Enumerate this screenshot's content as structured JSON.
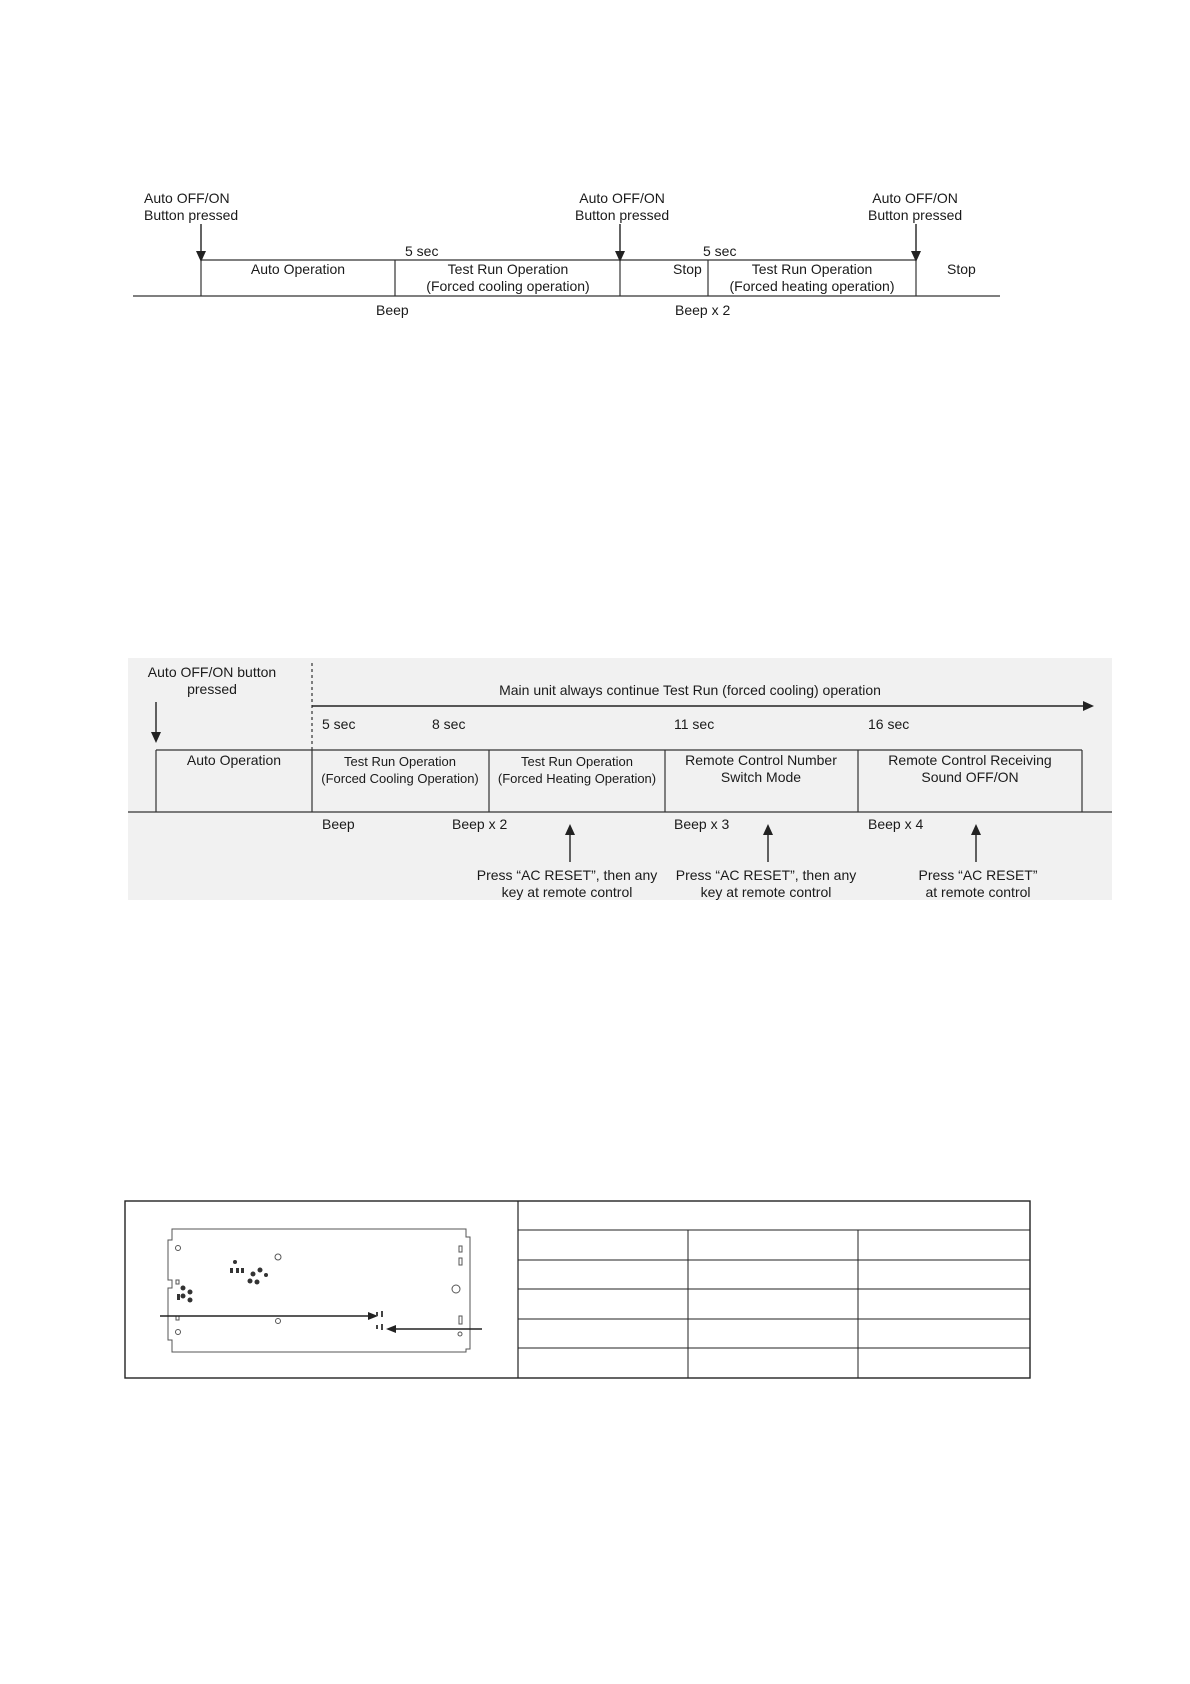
{
  "diagram1": {
    "press_labels": [
      "Auto OFF/ON\nButton pressed",
      "Auto OFF/ON\nButton pressed",
      "Auto OFF/ON\nButton pressed"
    ],
    "timings": [
      "5 sec",
      "5 sec"
    ],
    "segments": [
      "Auto Operation",
      "Test Run Operation\n(Forced cooling operation)",
      "Stop",
      "Test Run Operation\n(Forced heating operation)",
      "Stop"
    ],
    "beeps": [
      "Beep",
      "Beep x 2"
    ]
  },
  "diagram2": {
    "press_label": "Auto OFF/ON button\npressed",
    "banner": "Main unit always continue Test Run (forced cooling) operation",
    "timings": [
      "5 sec",
      "8 sec",
      "11 sec",
      "16 sec"
    ],
    "segments": [
      "Auto Operation",
      "Test Run Operation\n(Forced Cooling Operation)",
      "Test Run Operation\n(Forced Heating Operation)",
      "Remote Control Number\nSwitch Mode",
      "Remote Control Receiving\nSound OFF/ON"
    ],
    "beeps": [
      "Beep",
      "Beep x 2",
      "Beep x 3",
      "Beep x 4"
    ],
    "instructions": [
      "Press “AC RESET”, then any\nkey at remote control",
      "Press “AC RESET”, then any\nkey at remote control",
      "Press “AC RESET”\nat remote control"
    ]
  },
  "board_table": {
    "rows": 5,
    "columns": 3
  }
}
